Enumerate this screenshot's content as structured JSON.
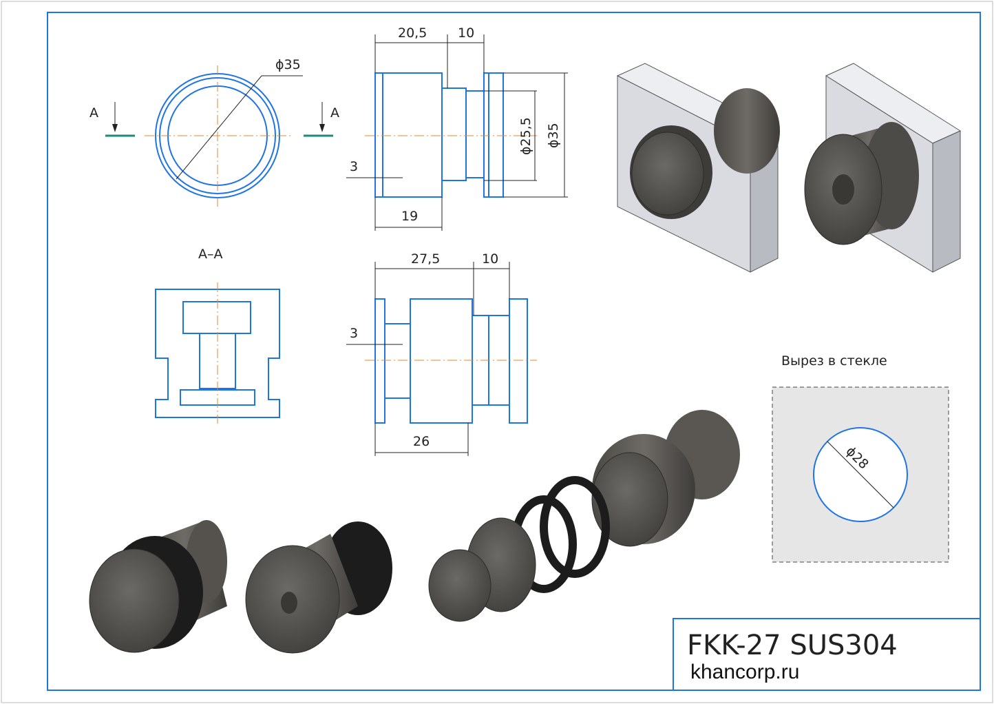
{
  "top_view": {
    "diameter": "ϕ35",
    "section_left": "A",
    "section_right": "A"
  },
  "side_view_1": {
    "dim_top_a": "20,5",
    "dim_top_b": "10",
    "dim_left": "3",
    "dim_bottom": "19",
    "dim_inner_dia": "ϕ25,5",
    "dim_outer_dia": "ϕ35"
  },
  "section": {
    "label": "A–A"
  },
  "side_view_2": {
    "dim_top_a": "27,5",
    "dim_top_b": "10",
    "dim_left": "3",
    "dim_bottom": "26"
  },
  "glass_cutout": {
    "title": "Вырез в стекле",
    "diameter": "ϕ28"
  },
  "title_block": {
    "model": "FKK-27 SUS304",
    "website": "khancorp.ru"
  },
  "colors": {
    "frame": "#1e73e6",
    "part": "#5a5752",
    "plate": "#d9dbe0"
  }
}
